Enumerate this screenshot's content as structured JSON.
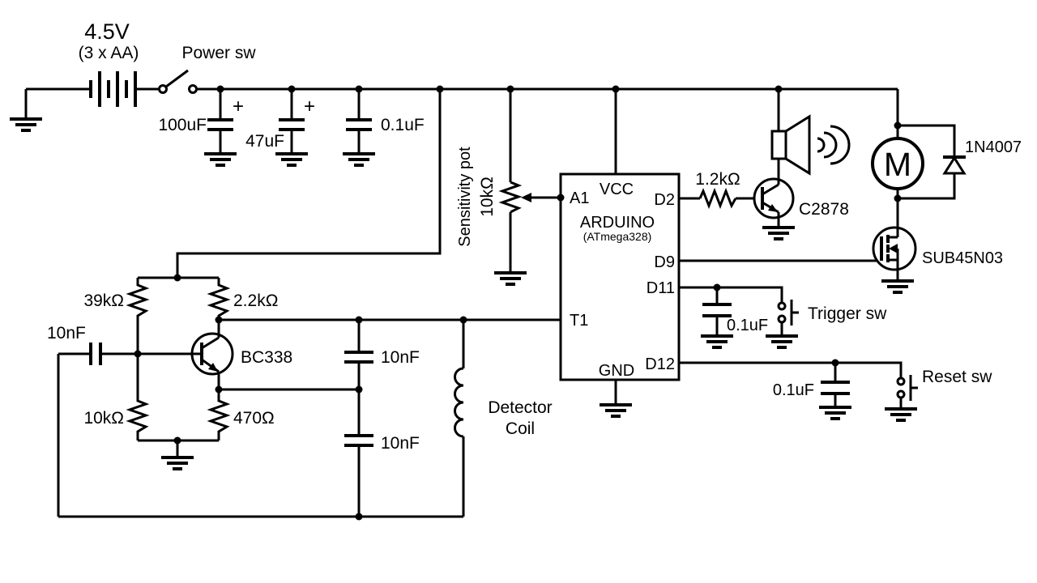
{
  "schematic": {
    "battery": {
      "voltage": "4.5V",
      "cells": "(3 x AA)"
    },
    "power_switch": {
      "label": "Power sw"
    },
    "filter_caps": {
      "c1": "100uF",
      "c2": "47uF",
      "c3": "0.1uF",
      "polarity": "+"
    },
    "sensitivity_pot": {
      "label": "Sensitivity pot",
      "value": "10kΩ"
    },
    "arduino": {
      "name": "ARDUINO",
      "mcu": "(ATmega328)",
      "pins": {
        "a1": "A1",
        "vcc": "VCC",
        "d2": "D2",
        "d9": "D9",
        "d11": "D11",
        "t1": "T1",
        "d12": "D12",
        "gnd": "GND"
      }
    },
    "buzzer_stage": {
      "resistor": "1.2kΩ",
      "transistor": "C2878"
    },
    "motor_stage": {
      "motor": "M",
      "diode": "1N4007",
      "mosfet": "SUB45N03"
    },
    "trigger": {
      "cap": "0.1uF",
      "label": "Trigger sw"
    },
    "reset": {
      "cap": "0.1uF",
      "label": "Reset sw"
    },
    "oscillator": {
      "r_39k": "39kΩ",
      "r_2k2": "2.2kΩ",
      "r_10k": "10kΩ",
      "r_470": "470Ω",
      "transistor": "BC338",
      "c_feedback": "10nF",
      "c_tank_top": "10nF",
      "c_tank_bottom": "10nF",
      "coil_label_1": "Detector",
      "coil_label_2": "Coil"
    }
  }
}
